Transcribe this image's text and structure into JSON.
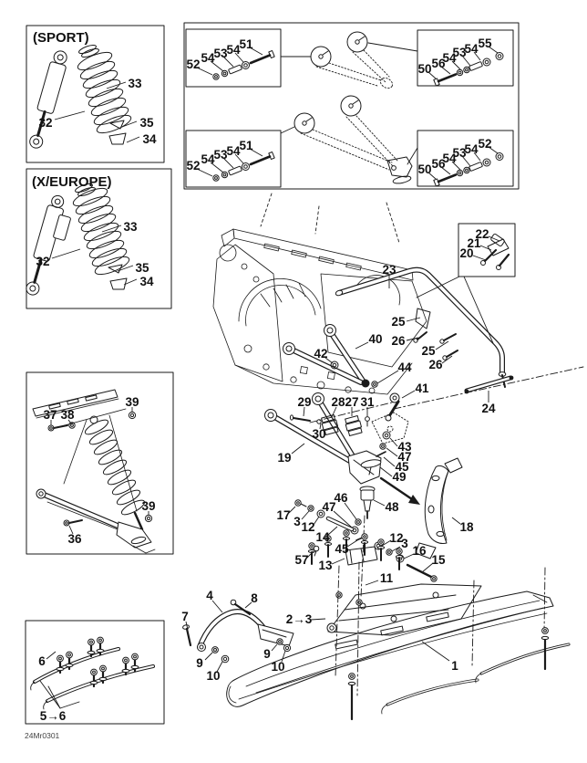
{
  "diagram": {
    "title": "Front suspension and ski exploded parts diagram",
    "code": "24Mr0301",
    "boxes": {
      "sport": "(SPORT)",
      "xeurope": "(X/EUROPE)"
    },
    "callouts": [
      {
        "id": "s32",
        "label": "32"
      },
      {
        "id": "s33",
        "label": "33"
      },
      {
        "id": "s35",
        "label": "35"
      },
      {
        "id": "s34",
        "label": "34"
      },
      {
        "id": "e32",
        "label": "32"
      },
      {
        "id": "e33",
        "label": "33"
      },
      {
        "id": "e35",
        "label": "35"
      },
      {
        "id": "e34",
        "label": "34"
      },
      {
        "id": "a52",
        "label": "52"
      },
      {
        "id": "a54a",
        "label": "54"
      },
      {
        "id": "a53",
        "label": "53"
      },
      {
        "id": "a54b",
        "label": "54"
      },
      {
        "id": "a51",
        "label": "51"
      },
      {
        "id": "b52",
        "label": "52"
      },
      {
        "id": "b54a",
        "label": "54"
      },
      {
        "id": "b53",
        "label": "53"
      },
      {
        "id": "b54b",
        "label": "54"
      },
      {
        "id": "b51",
        "label": "51"
      },
      {
        "id": "c50",
        "label": "50"
      },
      {
        "id": "c56",
        "label": "56"
      },
      {
        "id": "c54a",
        "label": "54"
      },
      {
        "id": "c53",
        "label": "53"
      },
      {
        "id": "c54b",
        "label": "54"
      },
      {
        "id": "c55",
        "label": "55"
      },
      {
        "id": "d50",
        "label": "50"
      },
      {
        "id": "d56",
        "label": "56"
      },
      {
        "id": "d54a",
        "label": "54"
      },
      {
        "id": "d53",
        "label": "53"
      },
      {
        "id": "d54b",
        "label": "54"
      },
      {
        "id": "d52",
        "label": "52"
      },
      {
        "id": "n23",
        "label": "23"
      },
      {
        "id": "n22",
        "label": "22"
      },
      {
        "id": "n21",
        "label": "21"
      },
      {
        "id": "n20",
        "label": "20"
      },
      {
        "id": "n25a",
        "label": "25"
      },
      {
        "id": "n26a",
        "label": "26"
      },
      {
        "id": "n25b",
        "label": "25"
      },
      {
        "id": "n26b",
        "label": "26"
      },
      {
        "id": "n24",
        "label": "24"
      },
      {
        "id": "n40",
        "label": "40"
      },
      {
        "id": "n42",
        "label": "42"
      },
      {
        "id": "n44",
        "label": "44"
      },
      {
        "id": "n41",
        "label": "41"
      },
      {
        "id": "n29",
        "label": "29"
      },
      {
        "id": "n28",
        "label": "28"
      },
      {
        "id": "n27",
        "label": "27"
      },
      {
        "id": "n31",
        "label": "31"
      },
      {
        "id": "n30",
        "label": "30"
      },
      {
        "id": "n19",
        "label": "19"
      },
      {
        "id": "n43",
        "label": "43"
      },
      {
        "id": "n47a",
        "label": "47"
      },
      {
        "id": "n45a",
        "label": "45"
      },
      {
        "id": "n49",
        "label": "49"
      },
      {
        "id": "n46",
        "label": "46"
      },
      {
        "id": "n47b",
        "label": "47"
      },
      {
        "id": "n45b",
        "label": "45"
      },
      {
        "id": "n48",
        "label": "48"
      },
      {
        "id": "n18",
        "label": "18"
      },
      {
        "id": "n17",
        "label": "17"
      },
      {
        "id": "n3a",
        "label": "3"
      },
      {
        "id": "n12a",
        "label": "12"
      },
      {
        "id": "n14",
        "label": "14"
      },
      {
        "id": "n57",
        "label": "57"
      },
      {
        "id": "n13",
        "label": "13"
      },
      {
        "id": "n12b",
        "label": "12"
      },
      {
        "id": "n3b",
        "label": "3"
      },
      {
        "id": "n16",
        "label": "16"
      },
      {
        "id": "n15",
        "label": "15"
      },
      {
        "id": "n11",
        "label": "11"
      },
      {
        "id": "n2_3",
        "label": "2→3"
      },
      {
        "id": "n4",
        "label": "4"
      },
      {
        "id": "n8",
        "label": "8"
      },
      {
        "id": "n7",
        "label": "7"
      },
      {
        "id": "n9a",
        "label": "9"
      },
      {
        "id": "n10a",
        "label": "10"
      },
      {
        "id": "n9b",
        "label": "9"
      },
      {
        "id": "n10b",
        "label": "10"
      },
      {
        "id": "n1",
        "label": "1"
      },
      {
        "id": "n37",
        "label": "37"
      },
      {
        "id": "n38",
        "label": "38"
      },
      {
        "id": "n39a",
        "label": "39"
      },
      {
        "id": "n39b",
        "label": "39"
      },
      {
        "id": "n36",
        "label": "36"
      },
      {
        "id": "n6",
        "label": "6"
      },
      {
        "id": "n5_6",
        "label": "5→6"
      }
    ]
  }
}
